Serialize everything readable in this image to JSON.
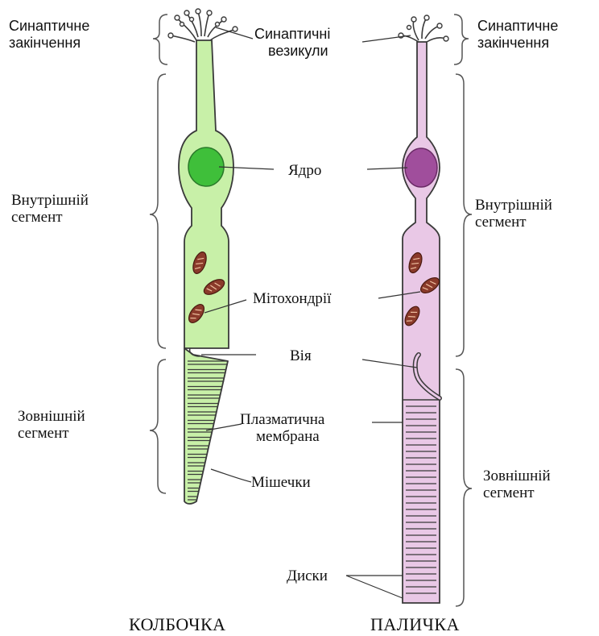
{
  "labels": {
    "cone_synaptic_ending": [
      "Синаптичне",
      "закінчення"
    ],
    "synaptic_vesicles": [
      "Синаптичні",
      "везикули"
    ],
    "rod_synaptic_ending": [
      "Синаптичне",
      "закінчення"
    ],
    "nucleus": "Ядро",
    "cone_inner_segment": [
      "Внутрішній",
      "сегмент"
    ],
    "rod_inner_segment": [
      "Внутрішній",
      "сегмент"
    ],
    "mitochondria": "Мітохондрії",
    "cilium": "Вія",
    "cone_outer_segment": [
      "Зовнішній",
      "сегмент"
    ],
    "plasma_membrane": [
      "Плазматична",
      "мембрана"
    ],
    "sacs": "Мішечки",
    "rod_outer_segment": [
      "Зовнішній",
      "сегмент"
    ],
    "discs": "Диски"
  },
  "titles": {
    "cone": "КОЛБОЧКА",
    "rod": "ПАЛИЧКА"
  },
  "colors": {
    "cone_fill": "#c8f0a8",
    "cone_nucleus": "#3fbf3a",
    "rod_fill": "#e9c8e6",
    "rod_nucleus": "#a04e9c",
    "mitochondria": "#8a3a2a",
    "outline": "#3a3a3a"
  }
}
